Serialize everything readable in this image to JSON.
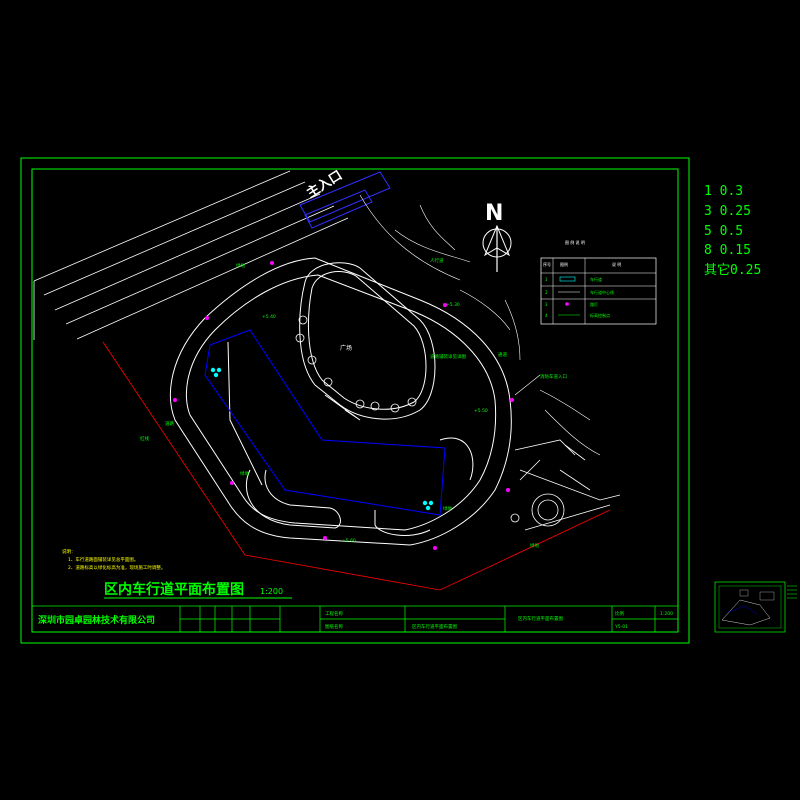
{
  "drawing": {
    "title": "区内车行道平面布置图",
    "scale": "1:200",
    "company": "深圳市园卓园林技术有限公司",
    "entrance_label": "主入口",
    "north_letter": "N",
    "plaza_label": "广场"
  },
  "legend": {
    "header": "图 例 说 明",
    "col_no": "序号",
    "col_symbol": "图例",
    "col_desc": "说 明",
    "rows": [
      {
        "no": "1",
        "desc": "车行道"
      },
      {
        "no": "2",
        "desc": "车行道中心线"
      },
      {
        "no": "3",
        "desc": "路灯"
      },
      {
        "no": "4",
        "desc": "标高控制点"
      }
    ]
  },
  "notes": {
    "heading": "说明：",
    "lines": [
      "1、车行道路面铺装详见总平面图。",
      "2、道路标高以绿化标高为准，现场施工时调整。"
    ]
  },
  "annotations": {
    "road_label": "道路",
    "road_label_2": "通道",
    "sidewalk_label": "人行道",
    "green_label": "绿地",
    "boundary_label": "红线",
    "plaza_note": "道路铺装详见详图",
    "entry_note": "消防车道入口",
    "elev_1": "+5.30",
    "elev_2": "+5.50",
    "elev_3": "+5.60",
    "elev_4": "+5.40"
  },
  "title_block": {
    "project_label": "工程名称",
    "drawing_label": "图纸名称",
    "drawing_name": "区内车行道平面布置图",
    "scale_label": "比例",
    "scale_value": "1:200",
    "sheet_no": "Y5-01"
  },
  "pen_table": [
    "1 0.3",
    "3 0.25",
    "5 0.5",
    "8 0.15",
    "其它0.25"
  ],
  "colors": {
    "frame": "#00ff00",
    "road": "#ffffff",
    "building": "#0000ff",
    "boundary": "#ff0000",
    "lamp": "#ff00ff",
    "accent": "#00ffff"
  }
}
